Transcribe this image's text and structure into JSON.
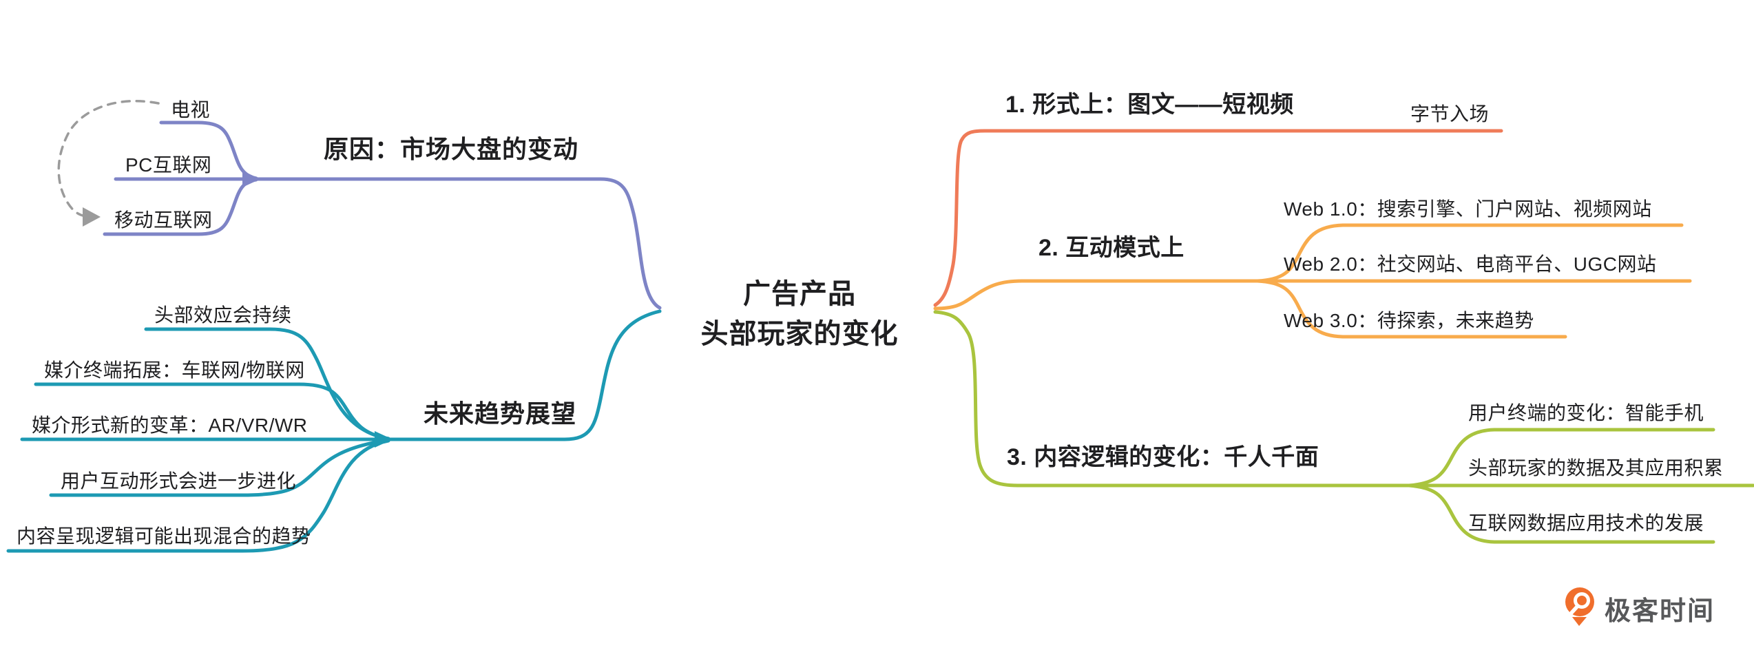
{
  "palette": {
    "branch_reason_purple": "#7e84c6",
    "branch_future_teal": "#1d9ab3",
    "branch_form_salmon": "#ef7b58",
    "branch_interaction_orange": "#f8ab4c",
    "branch_content_green": "#a9c43e",
    "dashed_arrow_gray": "#9b9b9b",
    "text_color": "#1f1f21",
    "logo_orange": "#f06e2c",
    "logo_text_gray": "#57585a"
  },
  "map": {
    "center": {
      "title_line1": "广告产品",
      "title_line2": "头部玩家的变化"
    },
    "left_branches": [
      {
        "label": "原因：市场大盘的变动",
        "children": [
          "电视",
          "PC互联网",
          "移动互联网"
        ]
      },
      {
        "label": "未来趋势展望",
        "children": [
          "头部效应会持续",
          "媒介终端拓展：车联网/物联网",
          "媒介形式新的变革：AR/VR/WR",
          "用户互动形式会进一步进化",
          "内容呈现逻辑可能出现混合的趋势"
        ]
      }
    ],
    "right_branches": [
      {
        "label": "1. 形式上：图文——短视频",
        "children": [
          "字节入场"
        ]
      },
      {
        "label": "2. 互动模式上",
        "children": [
          "Web 1.0：搜索引擎、门户网站、视频网站",
          "Web 2.0：社交网站、电商平台、UGC网站",
          "Web 3.0：待探索，未来趋势"
        ]
      },
      {
        "label": "3. 内容逻辑的变化：千人千面",
        "children": [
          "用户终端的变化：智能手机",
          "头部玩家的数据及其应用积累",
          "互联网数据应用技术的发展"
        ]
      }
    ],
    "watermark": {
      "text": "极客时间"
    }
  }
}
